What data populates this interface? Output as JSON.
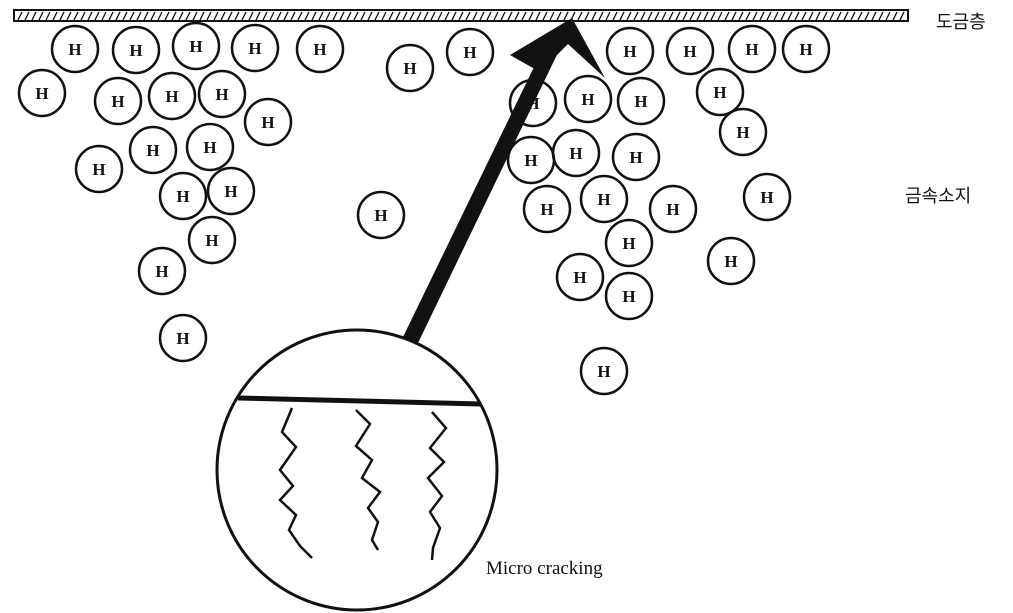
{
  "labels": {
    "plating_layer": "도금층",
    "base_metal": "금속소지",
    "inset_caption": "Micro cracking"
  },
  "hydrogen": {
    "symbol": "H"
  },
  "colors": {
    "ink": "#111111",
    "background": "#ffffff"
  }
}
